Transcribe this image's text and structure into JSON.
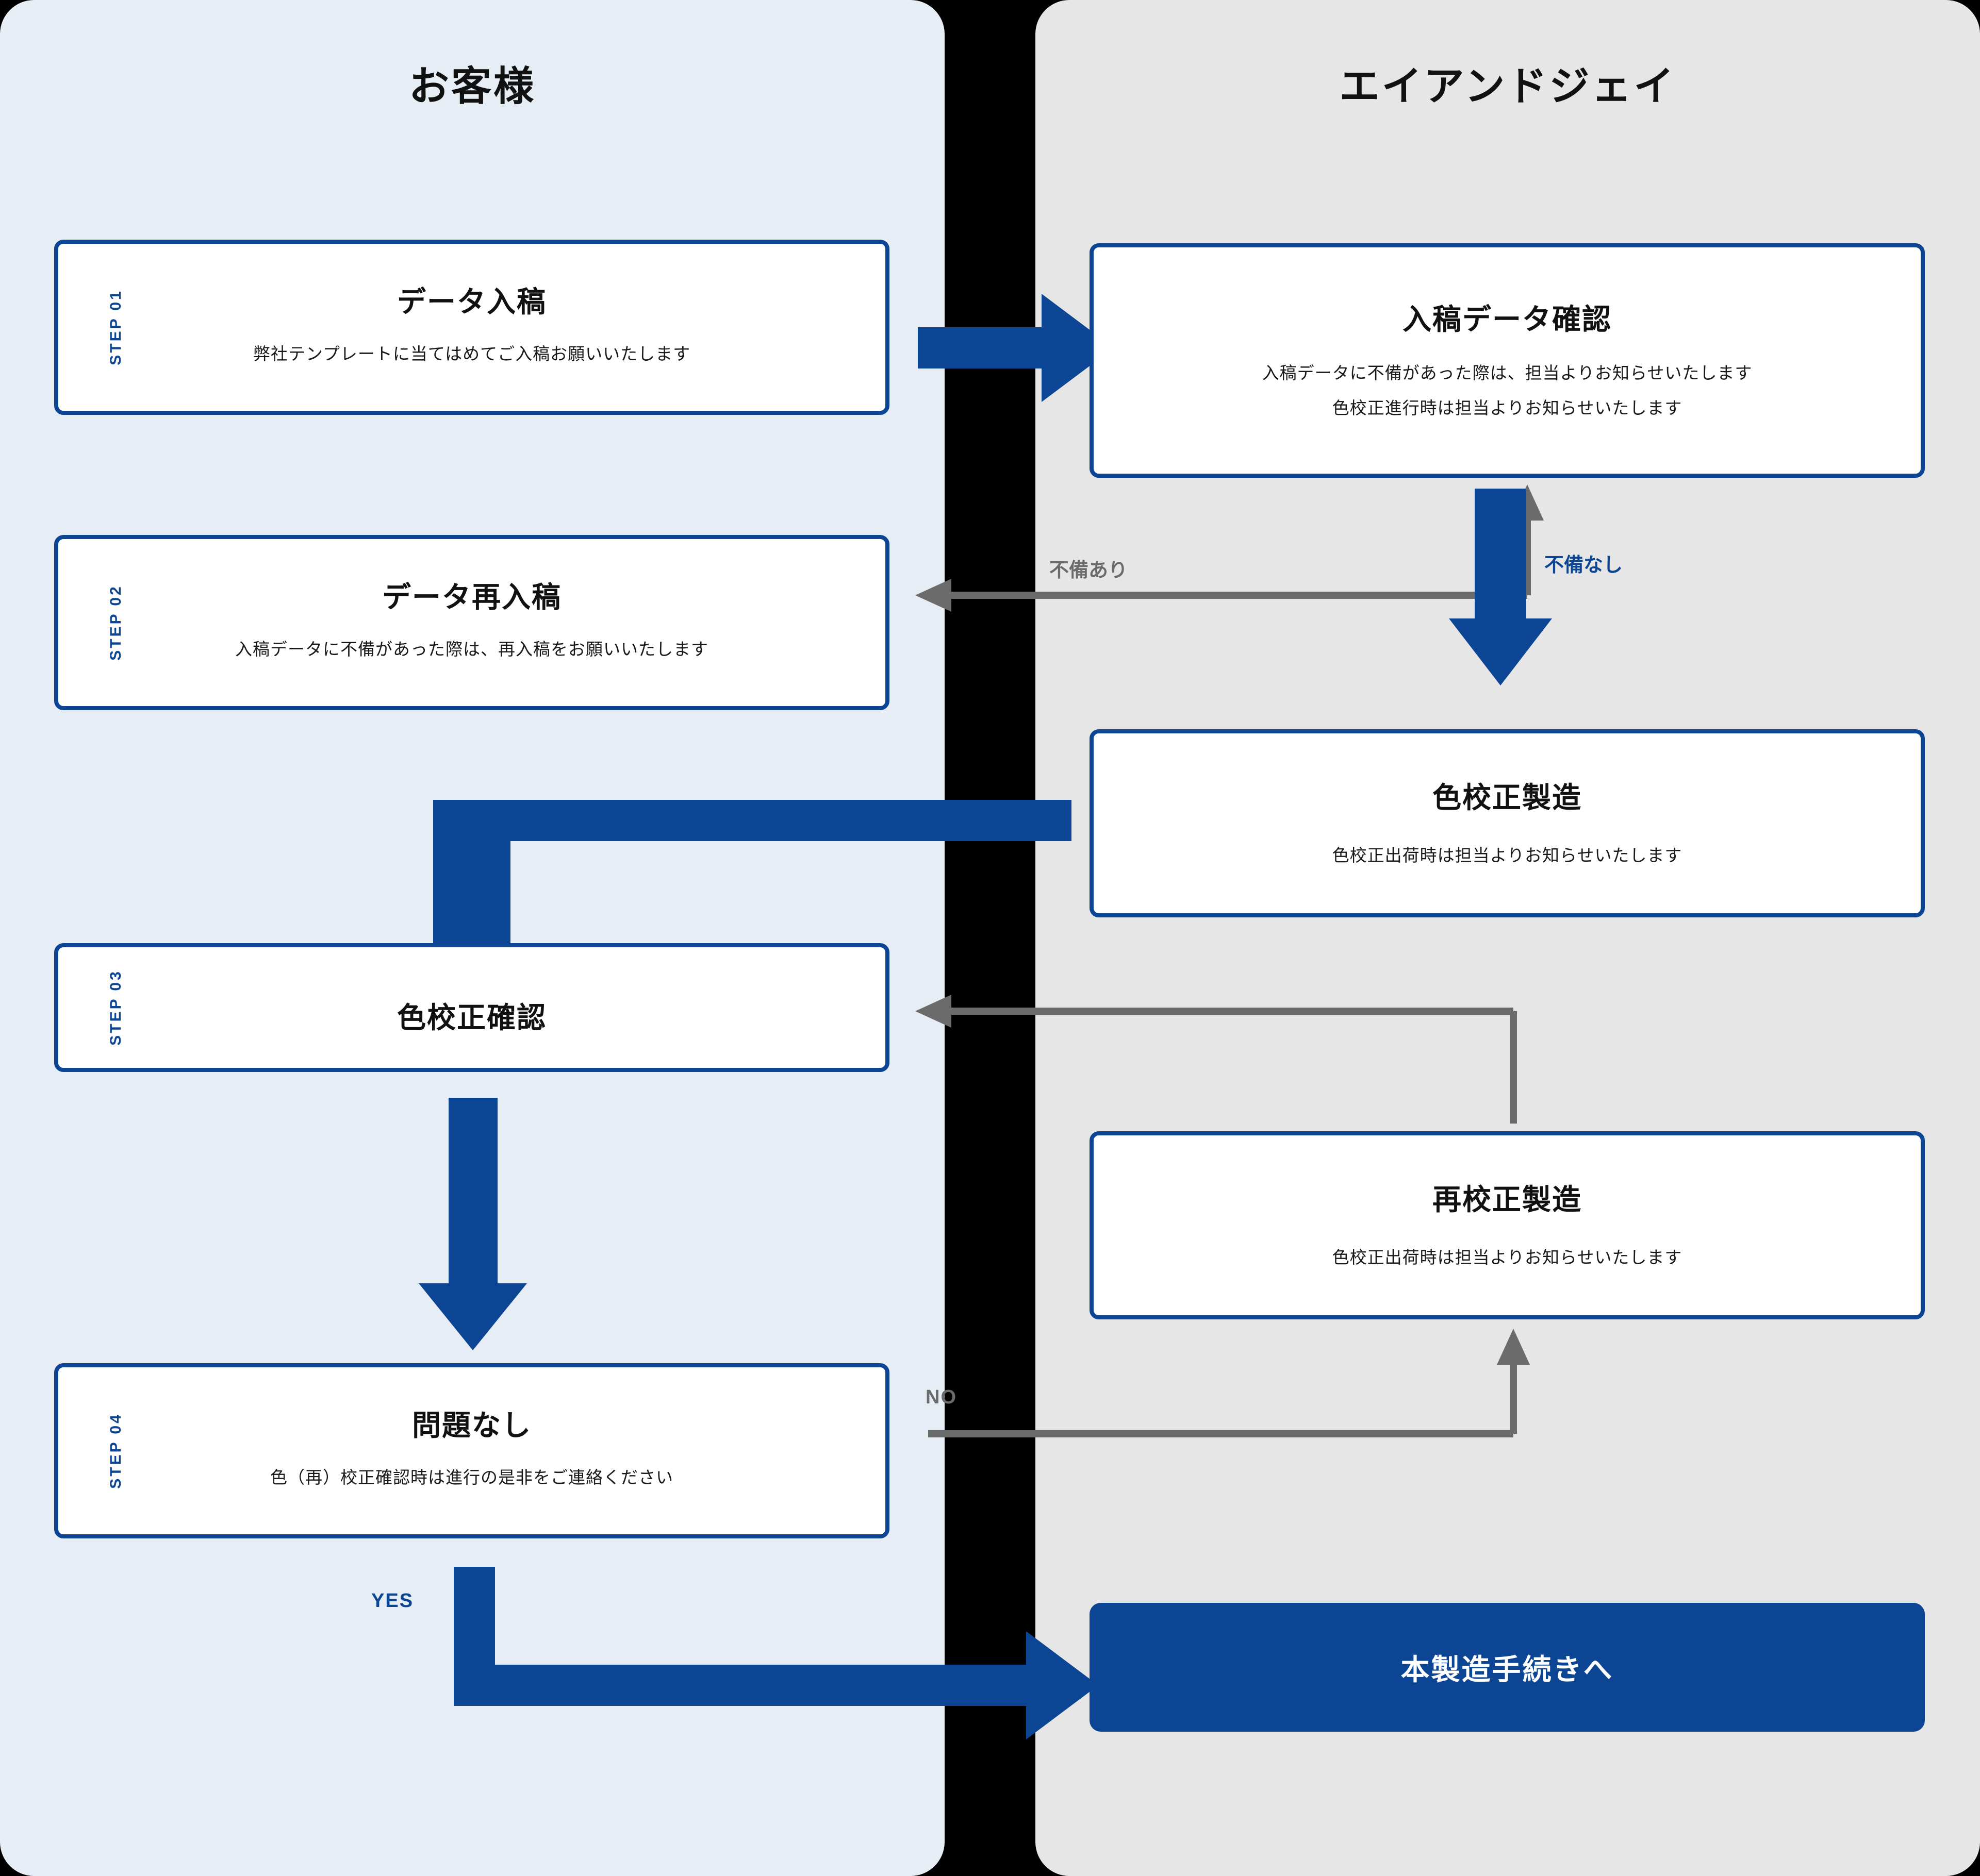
{
  "lanes": {
    "left": {
      "title": "お客様",
      "bg": "#e6edf5"
    },
    "right": {
      "title": "エイアンドジェイ",
      "bg": "#e6e6e6"
    }
  },
  "colors": {
    "accent_blue": "#0b4593",
    "arrow_gray": "#6b6b6b",
    "box_fill": "#ffffff",
    "page_bg": "#000000"
  },
  "steps": [
    {
      "step_label": "STEP 01",
      "title": "データ入稿",
      "sub1": "弊社テンプレートに当てはめてご入稿お願いいたします",
      "sub2": ""
    },
    {
      "step_label": "STEP 02",
      "title": "データ再入稿",
      "sub1": "入稿データに不備があった際は、再入稿をお願いいたします",
      "sub2": ""
    },
    {
      "step_label": "STEP 03",
      "title": "色校正確認",
      "sub1": "",
      "sub2": ""
    },
    {
      "step_label": "STEP 04",
      "title": "問題なし",
      "sub1": "色（再）校正確認時は進行の是非をご連絡ください",
      "sub2": ""
    }
  ],
  "vendor_boxes": [
    {
      "title": "入稿データ確認",
      "sub1": "入稿データに不備があった際は、担当よりお知らせいたします",
      "sub2": "色校正進行時は担当よりお知らせいたします"
    },
    {
      "title": "色校正製造",
      "sub1": "色校正出荷時は担当よりお知らせいたします",
      "sub2": ""
    },
    {
      "title": "再校正製造",
      "sub1": "色校正出荷時は担当よりお知らせいたします",
      "sub2": ""
    }
  ],
  "cta": {
    "label": "本製造手続きへ"
  },
  "edge_labels": {
    "defect_yes": "不備あり",
    "defect_no": "不備なし",
    "no": "NO",
    "yes": "YES"
  }
}
